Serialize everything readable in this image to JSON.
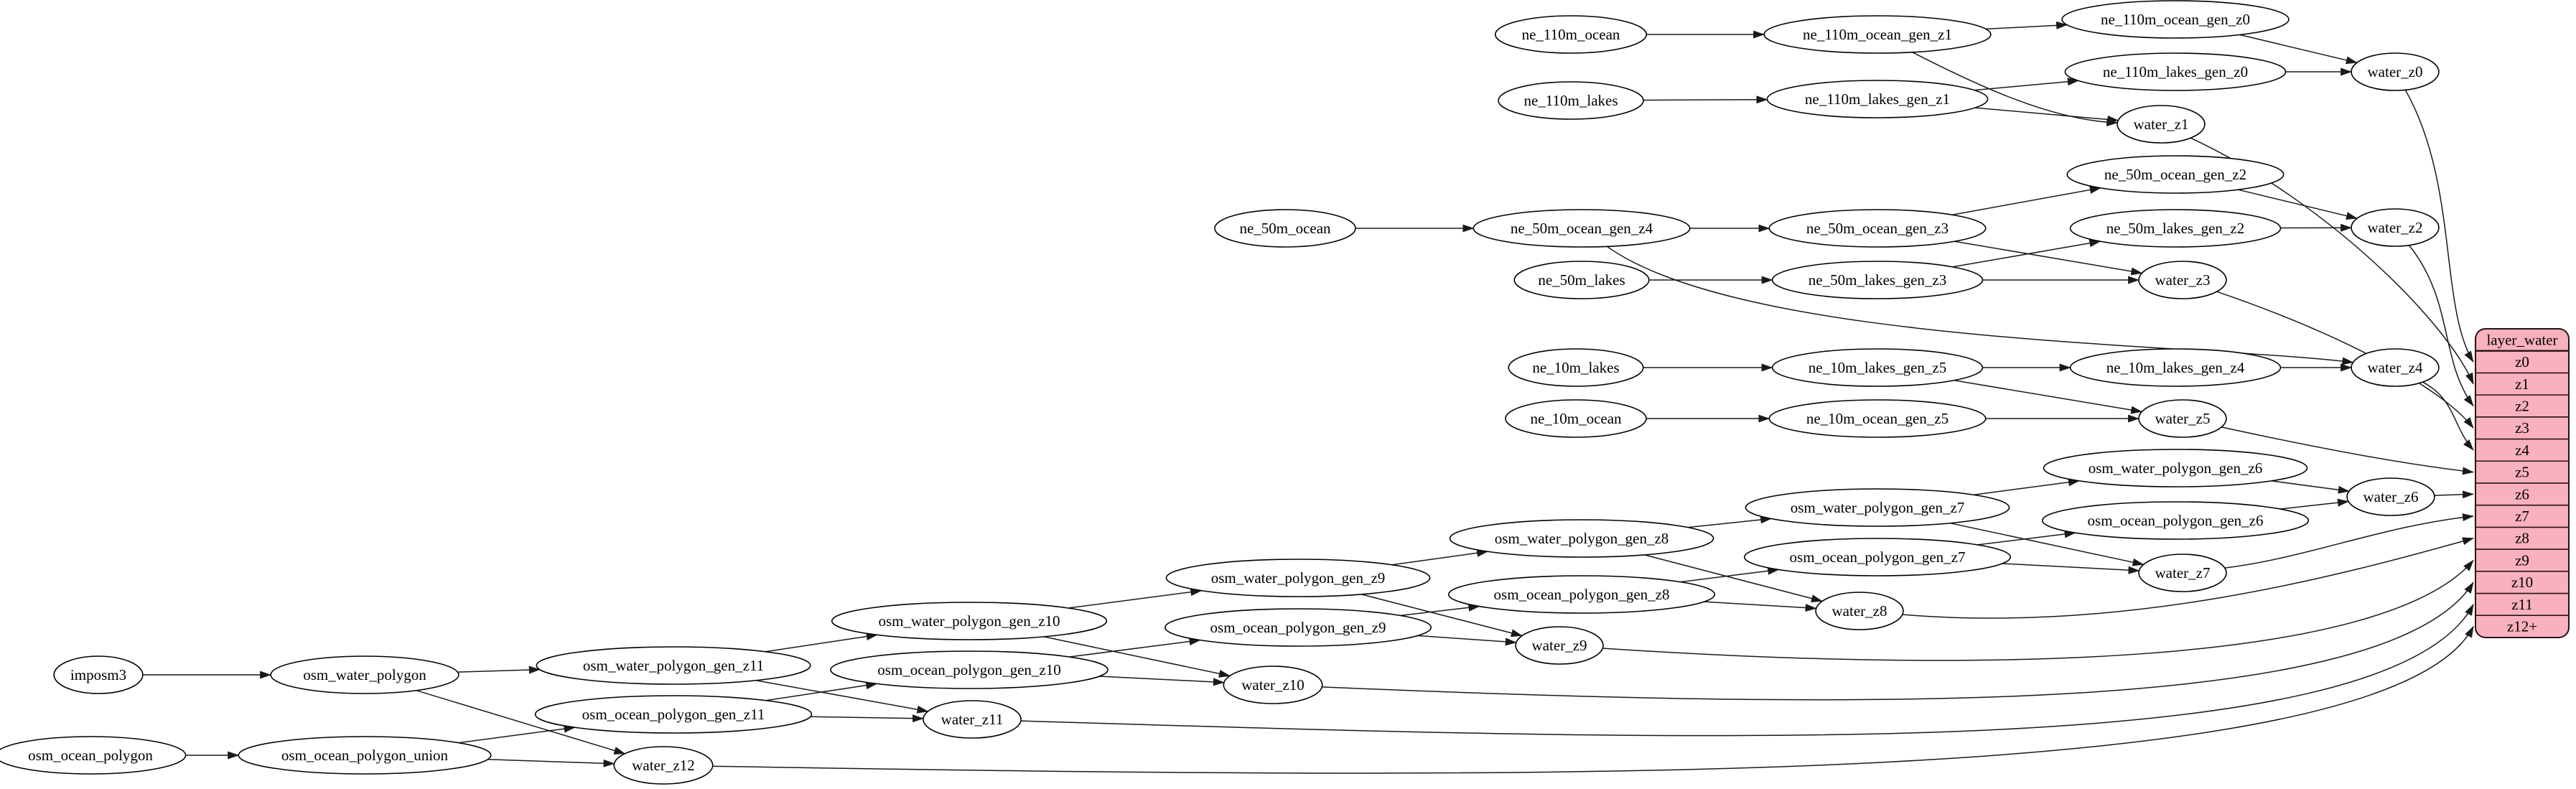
{
  "diagram": {
    "kind": "etl-dependency-graph",
    "background": "#ffffff",
    "node_style": {
      "fill": "#ffffff",
      "stroke": "#000000",
      "text_color": "#000000"
    },
    "edge_color": "#1a1a1a",
    "record": {
      "id": "layer_water",
      "title": "layer_water",
      "fill": "#f9b1bd",
      "stroke": "#241318",
      "rows": [
        "z0",
        "z1",
        "z2",
        "z3",
        "z4",
        "z5",
        "z6",
        "z7",
        "z8",
        "z9",
        "z10",
        "z11",
        "z12+"
      ]
    },
    "nodes": [
      {
        "id": "ne_110m_ocean",
        "label": "ne_110m_ocean"
      },
      {
        "id": "ne_110m_ocean_gen_z1",
        "label": "ne_110m_ocean_gen_z1"
      },
      {
        "id": "ne_110m_ocean_gen_z0",
        "label": "ne_110m_ocean_gen_z0"
      },
      {
        "id": "ne_110m_lakes",
        "label": "ne_110m_lakes"
      },
      {
        "id": "ne_110m_lakes_gen_z1",
        "label": "ne_110m_lakes_gen_z1"
      },
      {
        "id": "ne_110m_lakes_gen_z0",
        "label": "ne_110m_lakes_gen_z0"
      },
      {
        "id": "water_z0",
        "label": "water_z0"
      },
      {
        "id": "water_z1",
        "label": "water_z1"
      },
      {
        "id": "ne_50m_ocean",
        "label": "ne_50m_ocean"
      },
      {
        "id": "ne_50m_ocean_gen_z4",
        "label": "ne_50m_ocean_gen_z4"
      },
      {
        "id": "ne_50m_ocean_gen_z3",
        "label": "ne_50m_ocean_gen_z3"
      },
      {
        "id": "ne_50m_ocean_gen_z2",
        "label": "ne_50m_ocean_gen_z2"
      },
      {
        "id": "ne_50m_lakes",
        "label": "ne_50m_lakes"
      },
      {
        "id": "ne_50m_lakes_gen_z3",
        "label": "ne_50m_lakes_gen_z3"
      },
      {
        "id": "ne_50m_lakes_gen_z2",
        "label": "ne_50m_lakes_gen_z2"
      },
      {
        "id": "water_z2",
        "label": "water_z2"
      },
      {
        "id": "water_z3",
        "label": "water_z3"
      },
      {
        "id": "ne_10m_lakes",
        "label": "ne_10m_lakes"
      },
      {
        "id": "ne_10m_lakes_gen_z5",
        "label": "ne_10m_lakes_gen_z5"
      },
      {
        "id": "ne_10m_lakes_gen_z4",
        "label": "ne_10m_lakes_gen_z4"
      },
      {
        "id": "water_z4",
        "label": "water_z4"
      },
      {
        "id": "ne_10m_ocean",
        "label": "ne_10m_ocean"
      },
      {
        "id": "ne_10m_ocean_gen_z5",
        "label": "ne_10m_ocean_gen_z5"
      },
      {
        "id": "water_z5",
        "label": "water_z5"
      },
      {
        "id": "osm_water_polygon_gen_z6",
        "label": "osm_water_polygon_gen_z6"
      },
      {
        "id": "osm_ocean_polygon_gen_z6",
        "label": "osm_ocean_polygon_gen_z6"
      },
      {
        "id": "water_z6",
        "label": "water_z6"
      },
      {
        "id": "osm_water_polygon_gen_z7",
        "label": "osm_water_polygon_gen_z7"
      },
      {
        "id": "osm_ocean_polygon_gen_z7",
        "label": "osm_ocean_polygon_gen_z7"
      },
      {
        "id": "water_z7",
        "label": "water_z7"
      },
      {
        "id": "osm_water_polygon_gen_z8",
        "label": "osm_water_polygon_gen_z8"
      },
      {
        "id": "osm_ocean_polygon_gen_z8",
        "label": "osm_ocean_polygon_gen_z8"
      },
      {
        "id": "water_z8",
        "label": "water_z8"
      },
      {
        "id": "osm_water_polygon_gen_z9",
        "label": "osm_water_polygon_gen_z9"
      },
      {
        "id": "osm_ocean_polygon_gen_z9",
        "label": "osm_ocean_polygon_gen_z9"
      },
      {
        "id": "water_z9",
        "label": "water_z9"
      },
      {
        "id": "osm_water_polygon_gen_z10",
        "label": "osm_water_polygon_gen_z10"
      },
      {
        "id": "osm_ocean_polygon_gen_z10",
        "label": "osm_ocean_polygon_gen_z10"
      },
      {
        "id": "water_z10",
        "label": "water_z10"
      },
      {
        "id": "osm_water_polygon_gen_z11",
        "label": "osm_water_polygon_gen_z11"
      },
      {
        "id": "osm_ocean_polygon_gen_z11",
        "label": "osm_ocean_polygon_gen_z11"
      },
      {
        "id": "water_z11",
        "label": "water_z11"
      },
      {
        "id": "osm_water_polygon",
        "label": "osm_water_polygon"
      },
      {
        "id": "imposm3",
        "label": "imposm3"
      },
      {
        "id": "osm_ocean_polygon",
        "label": "osm_ocean_polygon"
      },
      {
        "id": "osm_ocean_polygon_union",
        "label": "osm_ocean_polygon_union"
      },
      {
        "id": "water_z12",
        "label": "water_z12"
      }
    ],
    "edges": [
      {
        "from": "ne_110m_ocean",
        "to": "ne_110m_ocean_gen_z1"
      },
      {
        "from": "ne_110m_ocean_gen_z1",
        "to": "ne_110m_ocean_gen_z0"
      },
      {
        "from": "ne_110m_ocean_gen_z1",
        "to": "water_z1"
      },
      {
        "from": "ne_110m_ocean_gen_z0",
        "to": "water_z0"
      },
      {
        "from": "ne_110m_lakes",
        "to": "ne_110m_lakes_gen_z1"
      },
      {
        "from": "ne_110m_lakes_gen_z1",
        "to": "ne_110m_lakes_gen_z0"
      },
      {
        "from": "ne_110m_lakes_gen_z1",
        "to": "water_z1"
      },
      {
        "from": "ne_110m_lakes_gen_z0",
        "to": "water_z0"
      },
      {
        "from": "ne_50m_ocean",
        "to": "ne_50m_ocean_gen_z4"
      },
      {
        "from": "ne_50m_ocean_gen_z4",
        "to": "ne_50m_ocean_gen_z3"
      },
      {
        "from": "ne_50m_ocean_gen_z4",
        "to": "water_z4"
      },
      {
        "from": "ne_50m_ocean_gen_z3",
        "to": "ne_50m_ocean_gen_z2"
      },
      {
        "from": "ne_50m_ocean_gen_z3",
        "to": "water_z3"
      },
      {
        "from": "ne_50m_ocean_gen_z2",
        "to": "water_z2"
      },
      {
        "from": "ne_50m_lakes",
        "to": "ne_50m_lakes_gen_z3"
      },
      {
        "from": "ne_50m_lakes_gen_z3",
        "to": "ne_50m_lakes_gen_z2"
      },
      {
        "from": "ne_50m_lakes_gen_z3",
        "to": "water_z3"
      },
      {
        "from": "ne_50m_lakes_gen_z2",
        "to": "water_z2"
      },
      {
        "from": "ne_10m_lakes",
        "to": "ne_10m_lakes_gen_z5"
      },
      {
        "from": "ne_10m_lakes_gen_z5",
        "to": "ne_10m_lakes_gen_z4"
      },
      {
        "from": "ne_10m_lakes_gen_z5",
        "to": "water_z5"
      },
      {
        "from": "ne_10m_lakes_gen_z4",
        "to": "water_z4"
      },
      {
        "from": "ne_10m_ocean",
        "to": "ne_10m_ocean_gen_z5"
      },
      {
        "from": "ne_10m_ocean_gen_z5",
        "to": "water_z5"
      },
      {
        "from": "imposm3",
        "to": "osm_water_polygon"
      },
      {
        "from": "osm_water_polygon",
        "to": "osm_water_polygon_gen_z11"
      },
      {
        "from": "osm_water_polygon",
        "to": "water_z12"
      },
      {
        "from": "osm_water_polygon_gen_z11",
        "to": "osm_water_polygon_gen_z10"
      },
      {
        "from": "osm_water_polygon_gen_z11",
        "to": "water_z11"
      },
      {
        "from": "osm_water_polygon_gen_z10",
        "to": "osm_water_polygon_gen_z9"
      },
      {
        "from": "osm_water_polygon_gen_z10",
        "to": "water_z10"
      },
      {
        "from": "osm_water_polygon_gen_z9",
        "to": "osm_water_polygon_gen_z8"
      },
      {
        "from": "osm_water_polygon_gen_z9",
        "to": "water_z9"
      },
      {
        "from": "osm_water_polygon_gen_z8",
        "to": "osm_water_polygon_gen_z7"
      },
      {
        "from": "osm_water_polygon_gen_z8",
        "to": "water_z8"
      },
      {
        "from": "osm_water_polygon_gen_z7",
        "to": "osm_water_polygon_gen_z6"
      },
      {
        "from": "osm_water_polygon_gen_z7",
        "to": "water_z7"
      },
      {
        "from": "osm_water_polygon_gen_z6",
        "to": "water_z6"
      },
      {
        "from": "osm_ocean_polygon",
        "to": "osm_ocean_polygon_union"
      },
      {
        "from": "osm_ocean_polygon_union",
        "to": "osm_ocean_polygon_gen_z11"
      },
      {
        "from": "osm_ocean_polygon_union",
        "to": "water_z12"
      },
      {
        "from": "osm_ocean_polygon_gen_z11",
        "to": "osm_ocean_polygon_gen_z10"
      },
      {
        "from": "osm_ocean_polygon_gen_z11",
        "to": "water_z11"
      },
      {
        "from": "osm_ocean_polygon_gen_z10",
        "to": "osm_ocean_polygon_gen_z9"
      },
      {
        "from": "osm_ocean_polygon_gen_z10",
        "to": "water_z10"
      },
      {
        "from": "osm_ocean_polygon_gen_z9",
        "to": "osm_ocean_polygon_gen_z8"
      },
      {
        "from": "osm_ocean_polygon_gen_z9",
        "to": "water_z9"
      },
      {
        "from": "osm_ocean_polygon_gen_z8",
        "to": "osm_ocean_polygon_gen_z7"
      },
      {
        "from": "osm_ocean_polygon_gen_z8",
        "to": "water_z8"
      },
      {
        "from": "osm_ocean_polygon_gen_z7",
        "to": "osm_ocean_polygon_gen_z6"
      },
      {
        "from": "osm_ocean_polygon_gen_z7",
        "to": "water_z7"
      },
      {
        "from": "osm_ocean_polygon_gen_z6",
        "to": "water_z6"
      },
      {
        "from": "water_z0",
        "to": "layer_water:z0"
      },
      {
        "from": "water_z1",
        "to": "layer_water:z1"
      },
      {
        "from": "water_z2",
        "to": "layer_water:z2"
      },
      {
        "from": "water_z3",
        "to": "layer_water:z3"
      },
      {
        "from": "water_z4",
        "to": "layer_water:z4"
      },
      {
        "from": "water_z5",
        "to": "layer_water:z5"
      },
      {
        "from": "water_z6",
        "to": "layer_water:z6"
      },
      {
        "from": "water_z7",
        "to": "layer_water:z7"
      },
      {
        "from": "water_z8",
        "to": "layer_water:z8"
      },
      {
        "from": "water_z9",
        "to": "layer_water:z9"
      },
      {
        "from": "water_z10",
        "to": "layer_water:z10"
      },
      {
        "from": "water_z11",
        "to": "layer_water:z11"
      },
      {
        "from": "water_z12",
        "to": "layer_water:z12+"
      }
    ]
  }
}
